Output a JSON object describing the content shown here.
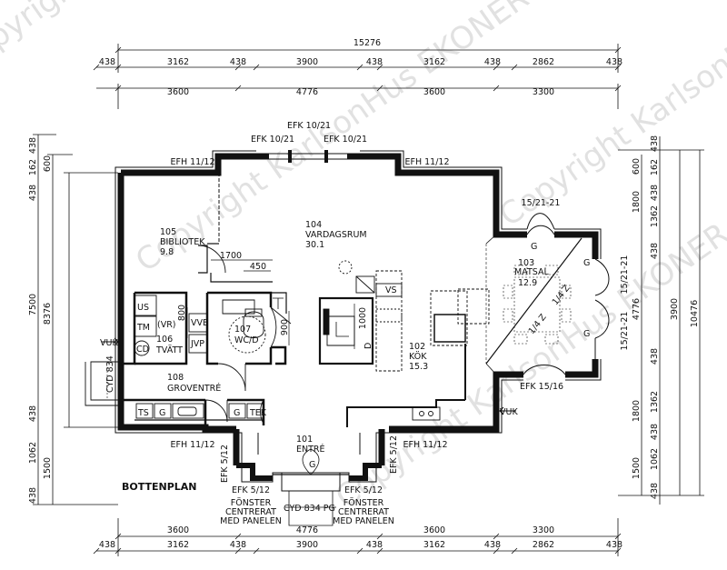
{
  "watermark": "Copyright KarlsonHus EKONER",
  "title": "BOTTENPLAN",
  "dimensions": {
    "top_total": "15276",
    "top_mid": [
      "438",
      "3162",
      "438",
      "3900",
      "438",
      "3162",
      "438",
      "2862",
      "438"
    ],
    "top_inner": [
      "3600",
      "4776",
      "3600",
      "3300"
    ],
    "bottom_inner": [
      "3600",
      "4776",
      "3600",
      "3300"
    ],
    "bottom_outer": [
      "438",
      "3162",
      "438",
      "3900",
      "438",
      "3162",
      "438",
      "2862",
      "438"
    ],
    "left_outer_total": "8376",
    "left_mid": "7500",
    "left_small": [
      "438",
      "162",
      "600",
      "438",
      "1062",
      "438",
      "1500"
    ],
    "right_total": "10476",
    "right_mid": [
      "4776",
      "3900",
      "1800",
      "1500"
    ],
    "right_small": [
      "438",
      "162",
      "600",
      "1800",
      "1362",
      "438",
      "438",
      "1362",
      "1800",
      "438",
      "1062",
      "438"
    ],
    "inner": {
      "d1700": "1700",
      "d450": "450",
      "d800": "800",
      "d900": "900",
      "d1000": "1000"
    }
  },
  "windows": {
    "efk_top_center": "EFK 10/21",
    "efk_top_left": "EFK 10/21",
    "efk_top_right": "EFK 10/21",
    "efh_top_left": "EFH 11/12",
    "efh_top_right": "EFH 11/12",
    "efh_bottom_left": "EFH 11/12",
    "efh_bottom_right": "EFH 11/12",
    "efk_bay_top": "15/21-21",
    "efk_bay_right_top": "15/21-21",
    "efk_bay_right_bottom": "15/21-21",
    "efk_bay_bottom": "EFK 15/16",
    "efk_entry_left_v": "EFK 5/12",
    "efk_entry_right_v": "EFK 5/12",
    "efk_entry_left_h": "EFK 5/12",
    "efk_entry_right_h": "EFK 5/12"
  },
  "rooms": {
    "library": {
      "num": "105",
      "name": "BIBLIOTEK",
      "area": "9.8"
    },
    "living": {
      "num": "104",
      "name": "VARDAGSRUM",
      "area": "30.1"
    },
    "dining": {
      "num": "103",
      "name": "MATSAL",
      "area": "12.9"
    },
    "laundry": {
      "num": "106",
      "name": "TVÄTT"
    },
    "wc": {
      "num": "107",
      "name": "WC/D"
    },
    "kitchen": {
      "num": "102",
      "name": "KÖK",
      "area": "15.3"
    },
    "mudroom": {
      "num": "108",
      "name": "GROVENTRÉ"
    },
    "entry": {
      "num": "101",
      "name": "ENTRÉ"
    }
  },
  "fixtures": {
    "us": "US",
    "tm": "TM",
    "vr": "(VR)",
    "cd": "CD",
    "vvb": "VVB",
    "jvp": "JVP",
    "vs": "VS",
    "ts": "TS",
    "g": "G",
    "tek": "TEK",
    "vuk": "VUK",
    "cyd": "CYD 834",
    "cyd_front": "CYD 834 PG",
    "d": "D",
    "g_bay": "G",
    "diag1": "1/4 Z",
    "diag2": "1/4 Z",
    "fonster_l1": "FÖNSTER",
    "fonster_l2": "CENTRERAT",
    "fonster_l3": "MED PANELEN",
    "fonster_r1": "FÖNSTER",
    "fonster_r2": "CENTRERAT",
    "fonster_r3": "MED PANELEN"
  }
}
